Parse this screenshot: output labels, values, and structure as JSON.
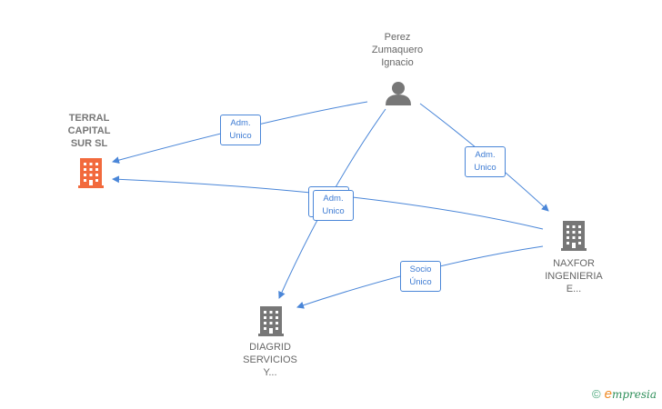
{
  "nodes": {
    "person": {
      "label": "Perez\nZumaquero\nIgnacio",
      "icon": "person-icon"
    },
    "terral": {
      "label": "TERRAL\nCAPITAL\nSUR  SL",
      "icon": "building-icon",
      "color": "#f26a3d"
    },
    "naxfor": {
      "label": "NAXFOR\nINGENIERIA\nE...",
      "icon": "building-icon",
      "color": "#777777"
    },
    "diagrid": {
      "label": "DIAGRID\nSERVICIOS\nY...",
      "icon": "building-icon",
      "color": "#777777"
    }
  },
  "edges": {
    "person_terral": "Adm.\nUnico",
    "person_naxfor": "Adm.\nUnico",
    "person_diagrid": "Adm.\nUnico",
    "naxfor_diagrid": "Socio\nÚnico"
  },
  "colors": {
    "edge": "#4a86d8",
    "person": "#777777"
  },
  "footer": {
    "copyright": "©",
    "brand_initial": "e",
    "brand_rest": "mpresia"
  }
}
